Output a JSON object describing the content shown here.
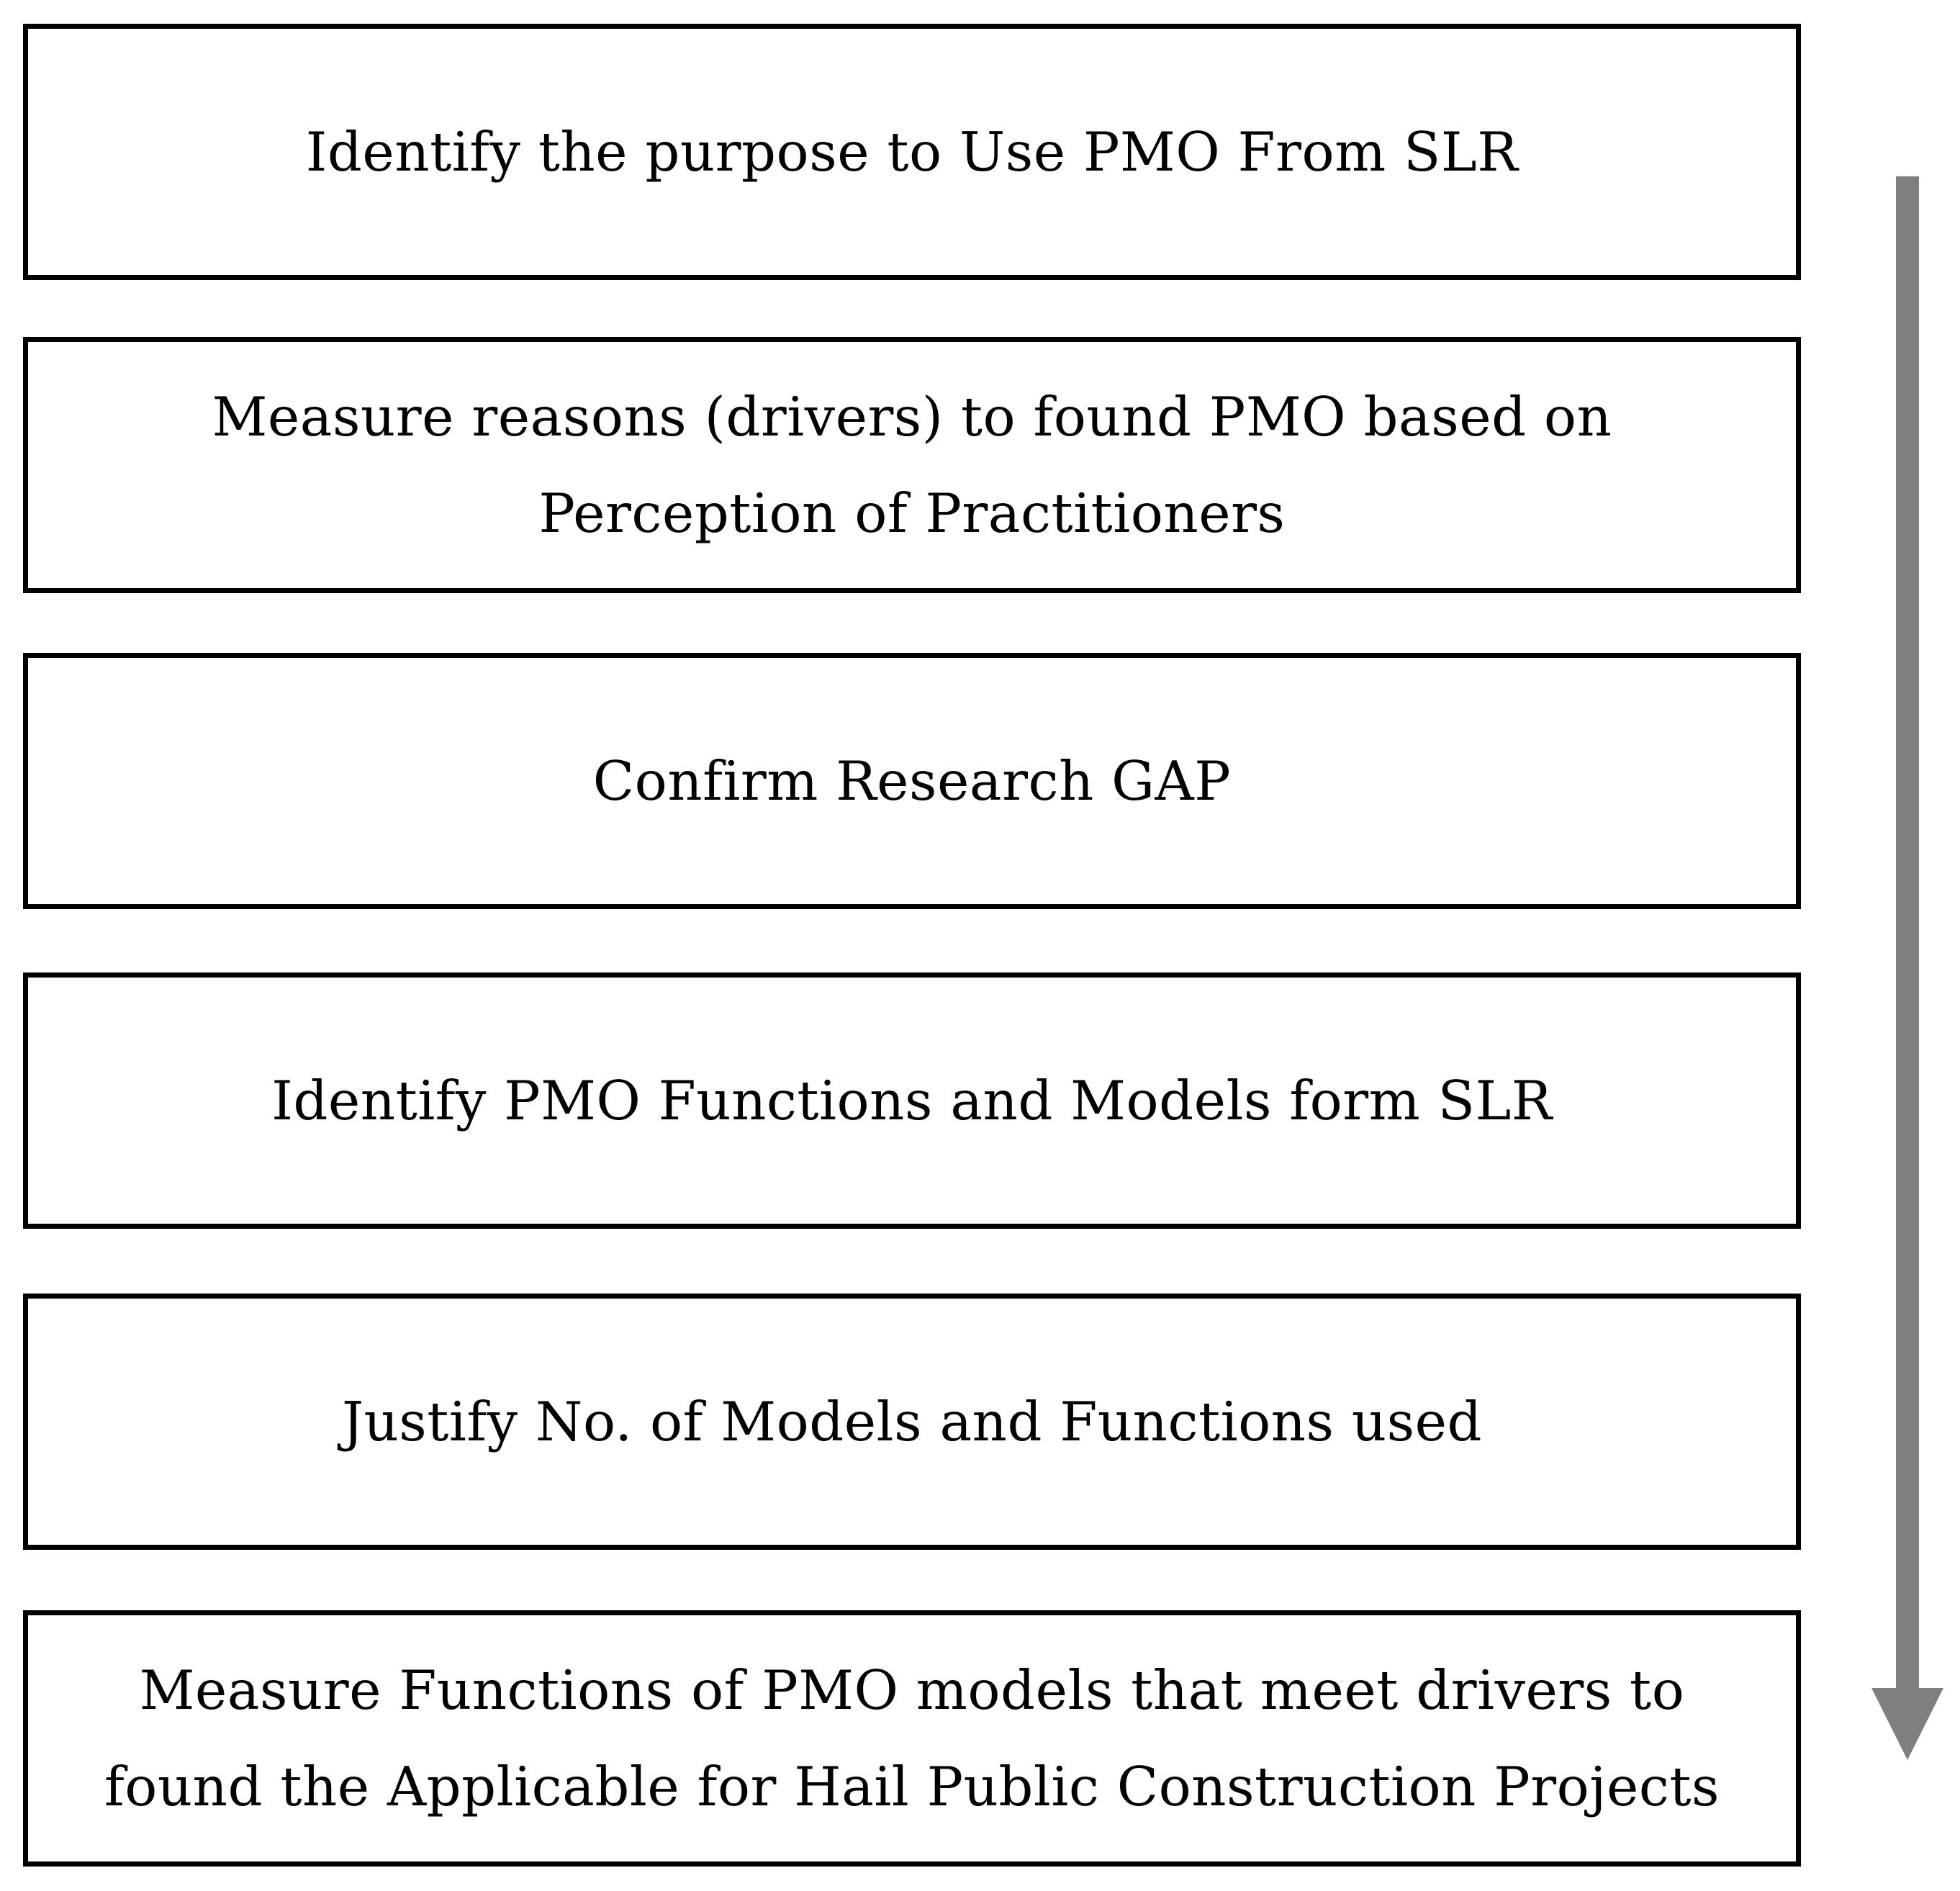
{
  "steps": [
    {
      "label": "Identify the purpose to Use PMO From SLR"
    },
    {
      "label": "Measure reasons (drivers) to found PMO based on Perception of Practitioners"
    },
    {
      "label": "Confirm Research GAP"
    },
    {
      "label": "Identify PMO Functions and Models form SLR"
    },
    {
      "label": "Justify No. of Models and Functions used"
    },
    {
      "label": "Measure Functions of PMO models that meet drivers to found the Applicable for Hail Public Construction Projects"
    }
  ],
  "colors": {
    "box_border": "#000000",
    "text": "#000000",
    "arrow": "#7f7f7f"
  },
  "icons": {
    "flow_arrow": "down-arrow-icon"
  }
}
